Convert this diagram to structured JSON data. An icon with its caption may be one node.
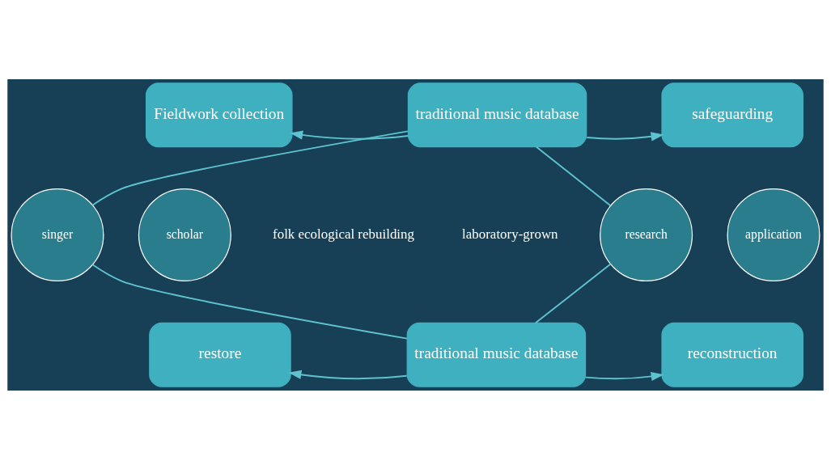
{
  "diagram": {
    "nodes": [
      {
        "text": [
          "traditional music database"
        ]
      },
      {
        "text": [
          "Fieldwork collection"
        ]
      },
      {
        "text": [
          "safeguarding"
        ]
      },
      {
        "text": [
          "singer"
        ]
      },
      {
        "text": [
          "scholar"
        ]
      },
      {
        "text": [
          "research"
        ]
      },
      {
        "text": [
          "application"
        ]
      },
      {
        "text": [
          "traditional music database"
        ]
      },
      {
        "text": [
          "restore"
        ]
      },
      {
        "text": [
          "reconstruction"
        ]
      }
    ],
    "edges": [
      {
        "from": 0,
        "to": 1,
        "arrow": "to"
      },
      {
        "from": 0,
        "to": 2,
        "arrow": "to"
      },
      {
        "from": 0,
        "to": 3,
        "arrow": "none"
      },
      {
        "from": 0,
        "to": 5,
        "arrow": "none"
      },
      {
        "from": 3,
        "to": 7,
        "arrow": "none"
      },
      {
        "from": 5,
        "to": 7,
        "arrow": "none"
      },
      {
        "from": 7,
        "to": 8,
        "arrow": "to"
      },
      {
        "from": 7,
        "to": 9,
        "arrow": "to"
      }
    ],
    "labels": [
      "folk ecological rebuilding",
      "laboratory-grown"
    ]
  }
}
